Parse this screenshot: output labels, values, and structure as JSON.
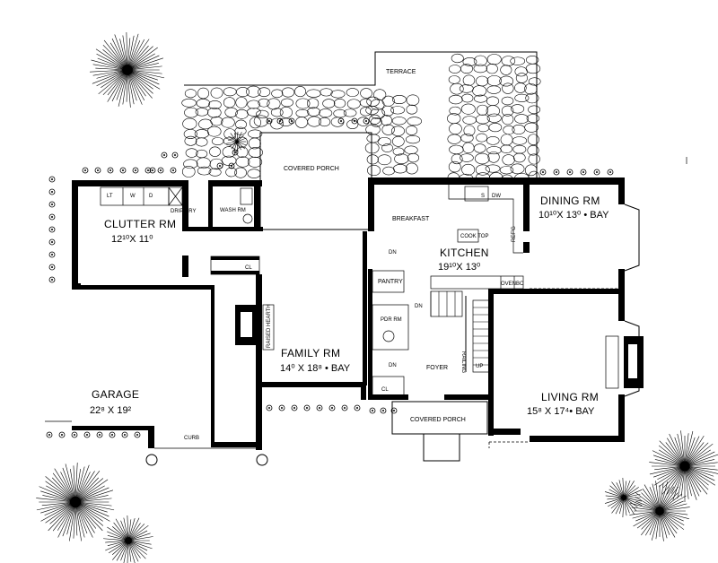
{
  "rooms": {
    "clutter": {
      "name": "CLUTTER RM",
      "dim": "12¹⁰X 11⁰"
    },
    "family": {
      "name": "FAMILY RM",
      "dim": "14⁰ X 18⁸ • BAY"
    },
    "garage": {
      "name": "GARAGE",
      "dim": "22⁸ X 19²"
    },
    "kitchen": {
      "name": "KITCHEN",
      "dim": "19¹⁰X 13⁰"
    },
    "dining": {
      "name": "DINING RM",
      "dim": "10¹⁰X 13⁰ • BAY"
    },
    "living": {
      "name": "LIVING RM",
      "dim": "15⁸ X 17⁴• BAY"
    }
  },
  "labels": {
    "terrace": "TERRACE",
    "covered_porch_rear": "COVERED PORCH",
    "covered_porch_front": "COVERED PORCH",
    "breakfast": "BREAKFAST",
    "wash_rm": "WASH RM",
    "foyer": "FOYER",
    "pantry": "PANTRY",
    "pdr_rm": "PDR RM",
    "railing": "RAILING",
    "raised_hearth": "RAISED HEARTH",
    "curb": "CURB",
    "cook_top": "COOK TOP",
    "oven": "OVEN",
    "bc": "BC",
    "refg": "REF'G",
    "s": "S",
    "dw": "DW",
    "lt": "LT",
    "w": "W",
    "d": "D",
    "drip_dry": "DRIP DRY",
    "cl_wash": "CL",
    "cl_foyer": "CL",
    "dn_kitchen": "DN",
    "dn_stair": "DN",
    "dn_foyer": "DN",
    "up": "UP"
  }
}
